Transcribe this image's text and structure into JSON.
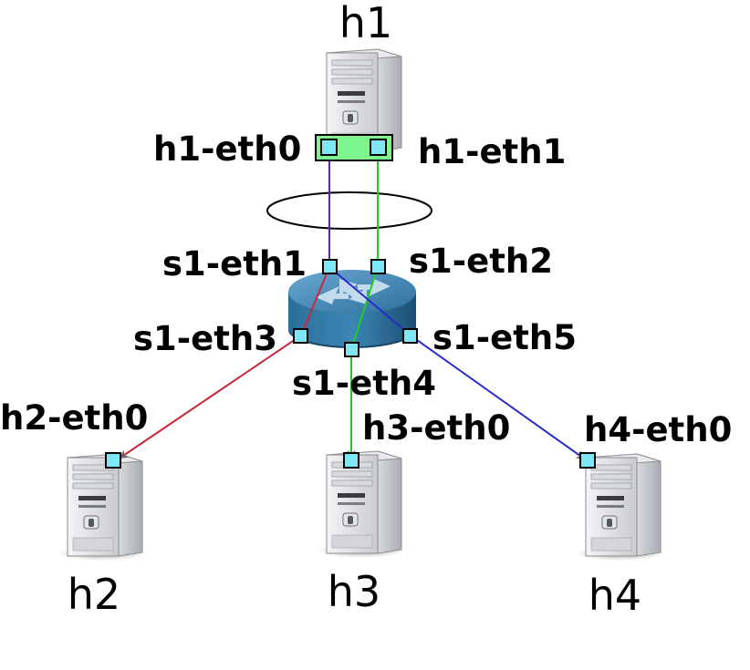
{
  "hosts": {
    "h1": "h1",
    "h2": "h2",
    "h3": "h3",
    "h4": "h4"
  },
  "interfaces": {
    "h1_eth0": "h1-eth0",
    "h1_eth1": "h1-eth1",
    "s1_eth1": "s1-eth1",
    "s1_eth2": "s1-eth2",
    "s1_eth3": "s1-eth3",
    "s1_eth4": "s1-eth4",
    "s1_eth5": "s1-eth5",
    "h2_eth0": "h2-eth0",
    "h3_eth0": "h3-eth0",
    "h4_eth0": "h4-eth0"
  },
  "colors": {
    "link_s1eth1_h1eth0": "#6a1fa8",
    "link_s1eth2_h1eth1": "#22cc22",
    "link_s1eth3_h2": "#c8283a",
    "link_s1eth4_h3": "#22cc22",
    "link_s1eth5_h4": "#2a2acc",
    "port_fill": "#7fe6f5",
    "bond_fill": "#7ff58f",
    "switch_top": "#4a8ab8",
    "switch_side": "#1f5a80"
  }
}
